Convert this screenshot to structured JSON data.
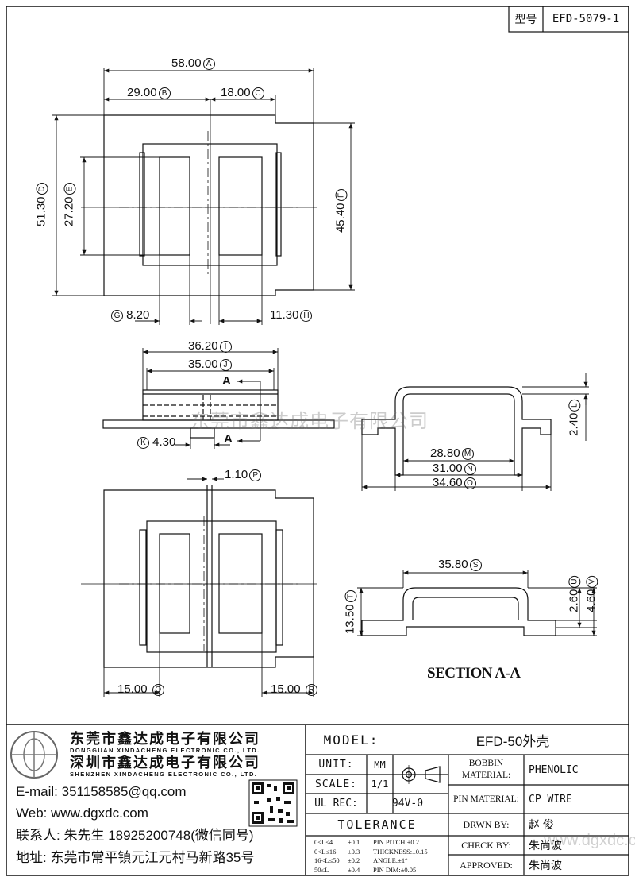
{
  "part_no": {
    "label": "型号",
    "value": "EFD-5079-1"
  },
  "dimensions": [
    {
      "id": "A",
      "value": "58.00"
    },
    {
      "id": "B",
      "value": "29.00"
    },
    {
      "id": "C",
      "value": "18.00"
    },
    {
      "id": "D",
      "value": "51.30"
    },
    {
      "id": "E",
      "value": "27.20"
    },
    {
      "id": "F",
      "value": "45.40"
    },
    {
      "id": "G",
      "value": "8.20"
    },
    {
      "id": "H",
      "value": "11.30"
    },
    {
      "id": "I",
      "value": "36.20"
    },
    {
      "id": "J",
      "value": "35.00"
    },
    {
      "id": "K",
      "value": "4.30"
    },
    {
      "id": "L",
      "value": "2.40"
    },
    {
      "id": "M",
      "value": "28.80"
    },
    {
      "id": "N",
      "value": "31.00"
    },
    {
      "id": "O",
      "value": "34.60"
    },
    {
      "id": "P",
      "value": "1.10"
    },
    {
      "id": "Q",
      "value": "15.00"
    },
    {
      "id": "R",
      "value": "15.00"
    },
    {
      "id": "S",
      "value": "35.80"
    },
    {
      "id": "T",
      "value": "13.50"
    },
    {
      "id": "U",
      "value": "2.60"
    },
    {
      "id": "V",
      "value": "4.60"
    }
  ],
  "section_marker": "A",
  "section_label": "SECTION A-A",
  "watermark": "东莞市鑫达成电子有限公司",
  "company": {
    "name_cn": "东莞市鑫达成电子有限公司",
    "name_en": "DONGGUAN XINDACHENG ELECTRONIC CO., LTD.",
    "name2_cn": "深圳市鑫达成电子有限公司",
    "name2_en": "SHENZHEN XINDACHENG ELECTRONIC CO., LTD.",
    "email_label": "E-mail:",
    "email": "351158585@qq.com",
    "web_label": "Web:",
    "web": "www.dgxdc.com",
    "contact_label": "联系人:",
    "contact": "朱先生 18925200748(微信同号)",
    "address_label": "地址:",
    "address": "东莞市常平镇元江元村马新路35号"
  },
  "title_block": {
    "model_label": "MODEL:",
    "model_value": "EFD-50外壳",
    "unit_label": "UNIT:",
    "unit_value": "MM",
    "scale_label": "SCALE:",
    "scale_value": "1/1",
    "ul_label": "UL REC:",
    "ul_value": "94V-0",
    "bobbin_label": "BOBBIN MATERIAL:",
    "bobbin_value": "PHENOLIC",
    "pin_label": "PIN MATERIAL:",
    "pin_value": "CP WIRE",
    "drawn_label": "DRWN BY:",
    "drawn_value": "赵 俊",
    "check_label": "CHECK BY:",
    "check_value": "朱尚波",
    "approved_label": "APPROVED:",
    "approved_value": "朱尚波",
    "tolerance_label": "TOLERANCE",
    "tolerances": [
      {
        "range": "0<L≤4",
        "tol": "±0.1",
        "note": "PIN PITCH:±0.2"
      },
      {
        "range": "0<L≤16",
        "tol": "±0.3",
        "note": "THICKNESS:±0.15"
      },
      {
        "range": "16<L≤50",
        "tol": "±0.2",
        "note": "ANGLE:±1°"
      },
      {
        "range": "50≤L",
        "tol": "±0.4",
        "note": "PIN DIM:±0.05"
      }
    ],
    "watermark_url": "www.dgxdc.com"
  }
}
